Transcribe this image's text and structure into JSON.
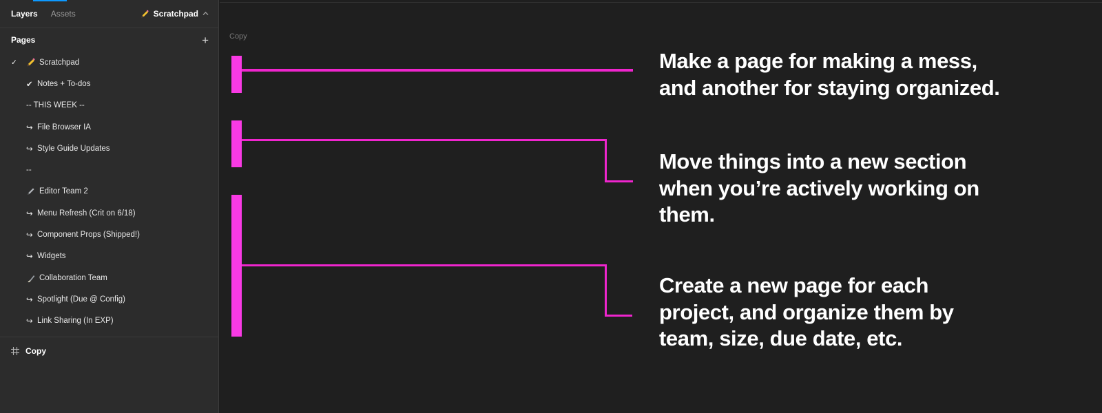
{
  "colors": {
    "accent_blue": "#0d99ff",
    "magenta_fill": "#f93ae4",
    "magenta_line": "#ef25cd",
    "sidebar_bg": "#2c2c2c",
    "canvas_bg": "#1f1f1f"
  },
  "sidebar": {
    "tabs": {
      "layers": "Layers",
      "assets": "Assets"
    },
    "file_menu": {
      "name": "Scratchpad"
    },
    "pages_panel": {
      "title": "Pages",
      "add": "+"
    },
    "active_check": "✓",
    "pages": [
      {
        "label": "Scratchpad"
      },
      {
        "prefix": "✔",
        "label": "Notes + To-dos"
      },
      {
        "label": "-- THIS WEEK --"
      },
      {
        "prefix": "↪",
        "label": "File Browser IA"
      },
      {
        "prefix": "↪",
        "label": "Style Guide Updates"
      },
      {
        "label": "--"
      },
      {
        "label": "Editor Team 2"
      },
      {
        "prefix": "↪",
        "label": "Menu Refresh (Crit on 6/18)"
      },
      {
        "prefix": "↪",
        "label": "Component Props (Shipped!)"
      },
      {
        "prefix": "↪",
        "label": "Widgets"
      },
      {
        "label": "Collaboration Team"
      },
      {
        "prefix": "↪",
        "label": "Spotlight (Due @ Config)"
      },
      {
        "prefix": "↪",
        "label": "Link Sharing (In EXP)"
      }
    ],
    "layers_section": {
      "frame_name": "Copy"
    }
  },
  "canvas": {
    "frame_label": "Copy",
    "annotations": [
      {
        "text": "Make a page for making a mess,\nand another for staying organized."
      },
      {
        "text": "Move things into a new section\nwhen you’re actively working on\nthem."
      },
      {
        "text": "Create a new page for each\nproject, and organize them by\nteam, size, due date, etc."
      }
    ]
  }
}
